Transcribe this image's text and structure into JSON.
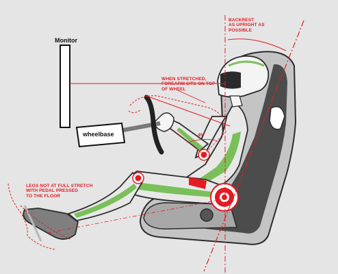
{
  "colors": {
    "background": "#e5e5e5",
    "guide_red": "#e31c23",
    "suit_green": "#7bbf5a",
    "seat_gray": "#bdbdbd",
    "seat_dark": "#4a4a4a",
    "outline": "#2b2b2b"
  },
  "labels": {
    "monitor": "Monitor",
    "wheelbase": "wheelbase",
    "backrest": [
      "BACKREST",
      "AS UPRIGHT AS",
      "POSSIBLE"
    ],
    "forearm": [
      "WHEN STRETCHED,",
      "FOREARM SITS ON TOP",
      "OF WHEEL"
    ],
    "elbow_angle": "45°",
    "legs": [
      "LEGS NOT AT FULL STRETCH",
      "WITH PEDAL PRESSED",
      "TO THE FLOOR"
    ]
  }
}
